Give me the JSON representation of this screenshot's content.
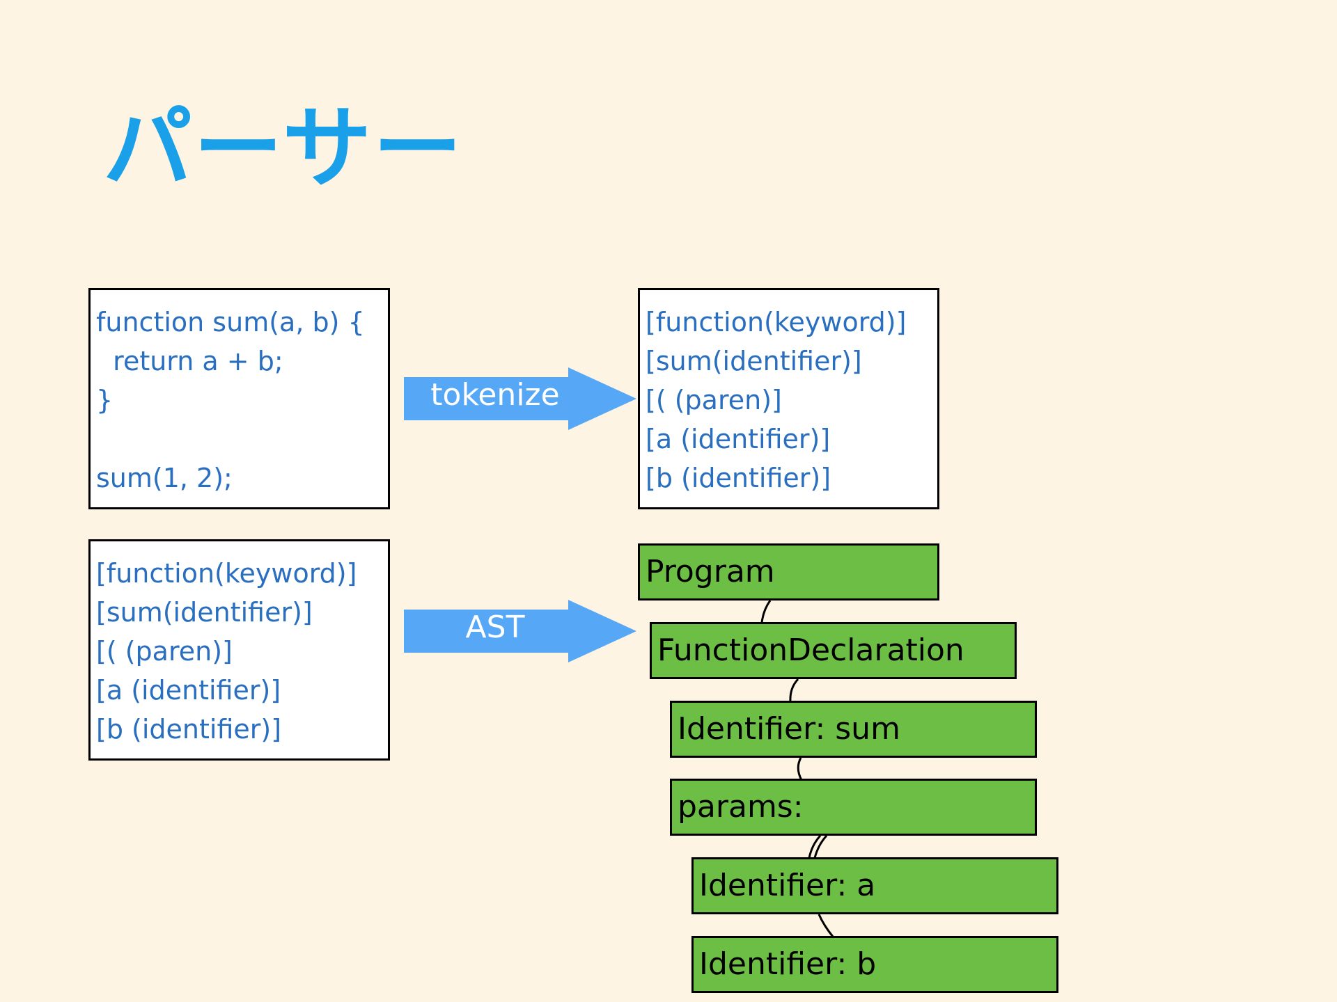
{
  "title": "パーサー",
  "source_code": {
    "lines": [
      "function sum(a, b) {",
      "  return a + b;",
      "}",
      "",
      "sum(1, 2);"
    ]
  },
  "tokens_output": {
    "lines": [
      "[function(keyword)]",
      "[sum(identifier)]",
      "[( (paren)]",
      "[a (identifier)]",
      "[b (identifier)]"
    ]
  },
  "tokens_input": {
    "lines": [
      "[function(keyword)]",
      "[sum(identifier)]",
      "[( (paren)]",
      "[a (identifier)]",
      "[b (identifier)]"
    ]
  },
  "arrows": {
    "tokenize": "tokenize",
    "ast": "AST"
  },
  "ast_nodes": [
    "Program",
    "FunctionDeclaration",
    "Identifier: sum",
    "params:",
    "Identifier: a",
    "Identifier: b"
  ],
  "colors": {
    "background": "#fdf4e3",
    "title": "#1aa0e8",
    "code_text": "#2a6fbf",
    "arrow": "#56a8f7",
    "node_fill": "#6dbe45"
  }
}
